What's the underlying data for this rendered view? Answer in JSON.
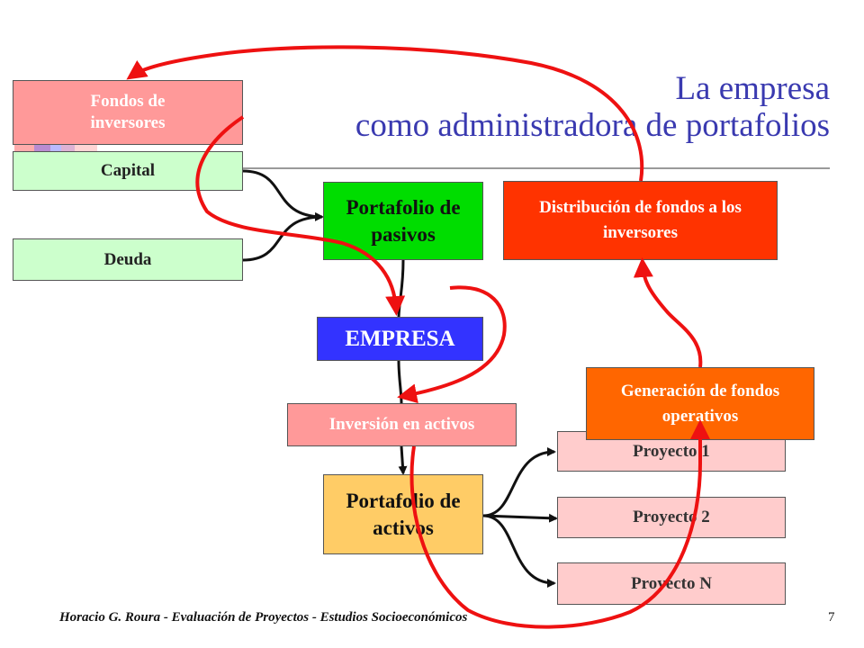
{
  "title": {
    "line1": "La empresa",
    "line2": "como administradora de portafolios"
  },
  "boxes": {
    "fondos_inversores": "Fondos de inversores",
    "capital": "Capital",
    "deuda": "Deuda",
    "portafolio_pasivos": "Portafolio de pasivos",
    "distribucion": "Distribución de fondos a los inversores",
    "empresa": "EMPRESA",
    "inversion_activos": "Inversión en activos",
    "generacion": "Generación de fondos operativos",
    "proyecto_1": "Proyecto 1",
    "proyecto_2": "Proyecto 2",
    "proyecto_n": "Proyecto N",
    "portafolio_activos": "Portafolio de activos"
  },
  "footer": {
    "text": "Horacio G. Roura - Evaluación de Proyectos - Estudios Socioeconómicos",
    "page": "7"
  },
  "colors": {
    "title": "#3a3ab0",
    "flow_arrow": "#ee1111",
    "connector": "#111111"
  }
}
